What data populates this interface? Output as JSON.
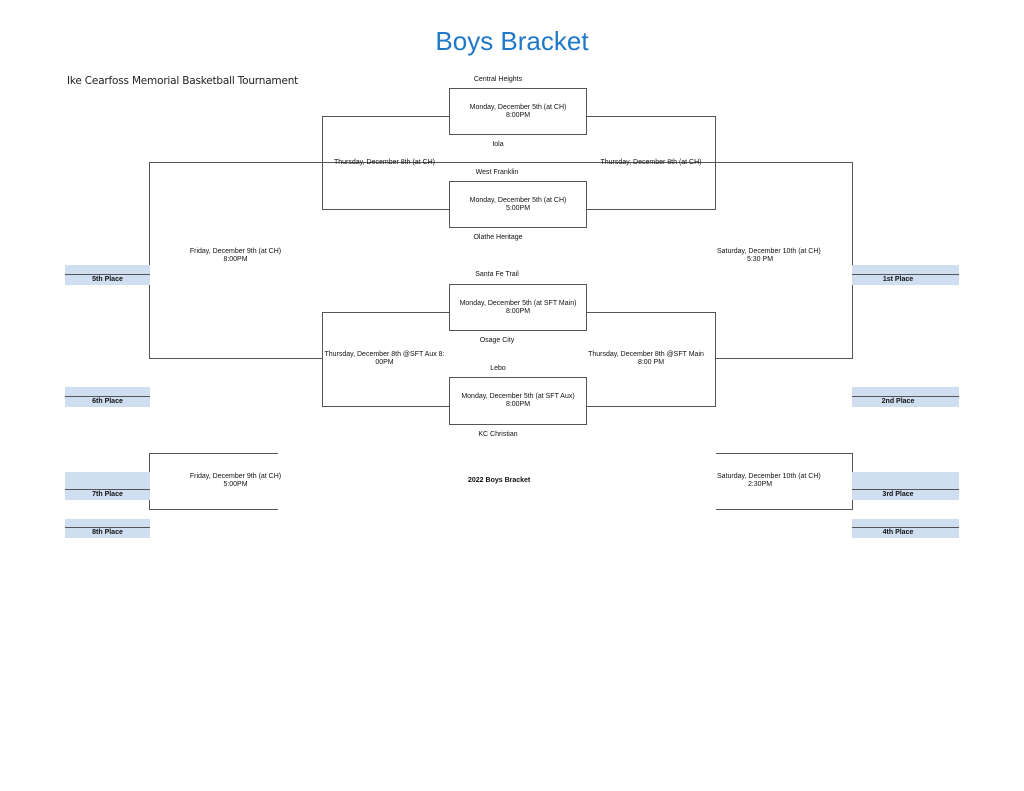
{
  "header": {
    "title": "Boys Bracket",
    "subtitle": "Ike Cearfoss Memorial Basketball Tournament"
  },
  "teams": {
    "central_heights": "Central Heights",
    "iola": "Iola",
    "west_franklin": "West Franklin",
    "olathe_heritage": "Olathe Heritage",
    "santa_fe_trail": "Santa Fe Trail",
    "osage_city": "Osage City",
    "lebo": "Lebo",
    "kc_christian": "KC Christian"
  },
  "games": {
    "r1_g1": {
      "date": "Monday, December 5th (at CH)",
      "time": "8:00PM"
    },
    "r1_g2": {
      "date": "Monday, December 5th (at CH)",
      "time": "5:00PM"
    },
    "r1_g3": {
      "date": "Monday, December 5th (at SFT Main)",
      "time": "8:00PM"
    },
    "r1_g4": {
      "date": "Monday, December 5th (at SFT Aux)",
      "time": "8:00PM"
    },
    "semi_left_top": {
      "date": "Thursday, December 8th (at CH)"
    },
    "semi_right_top": {
      "date": "Thursday, December 8th (at CH)"
    },
    "semi_left_bottom": {
      "date": "Thursday, December 8th @SFT Aux  8:",
      "time": "00PM"
    },
    "semi_right_bottom": {
      "date": "Thursday, December 8th @SFT Main",
      "time": "8:00 PM"
    },
    "fifth_place": {
      "date": "Friday, December 9th (at CH)",
      "time": "8:00PM"
    },
    "championship": {
      "date": "Saturday, December 10th (at CH)",
      "time": "5:30 PM"
    },
    "seventh_place": {
      "date": "Friday, December 9th (at CH)",
      "time": "5:00PM"
    },
    "third_place": {
      "date": "Saturday, December 10th (at CH)",
      "time": "2:30PM"
    }
  },
  "places": {
    "first": "1st Place",
    "second": "2nd Place",
    "third": "3rd Place",
    "fourth": "4th Place",
    "fifth": "5th Place",
    "sixth": "6th Place",
    "seventh": "7th Place",
    "eighth": "8th Place"
  },
  "bracket_label": "2022 Boys Bracket",
  "colors": {
    "title": "#1f78c8",
    "place_band": "#cfdff1",
    "lines": "#555555"
  }
}
